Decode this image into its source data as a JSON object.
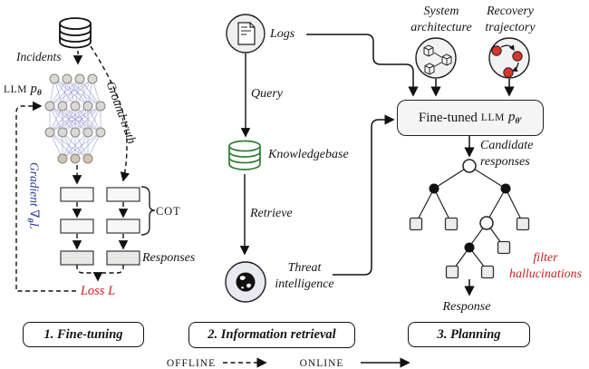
{
  "colors": {
    "red": "#c92121",
    "blue": "#303f9a",
    "green": "#2e7d32"
  },
  "finetuning": {
    "incidents_label": "Incidents",
    "llm_label": {
      "llm": "LLM",
      "p": "p",
      "sub": "θ"
    },
    "ground_truth_label": "Ground-truth",
    "gradient_label": {
      "word": "Gradient ",
      "nabla": "∇",
      "sub": "θ",
      "l": "L"
    },
    "cot_label": "COT",
    "responses_label": "Responses",
    "loss_label": "Loss L",
    "box_title": "1. Fine-tuning"
  },
  "retrieval": {
    "logs_label": "Logs",
    "query_label": "Query",
    "knowledgebase_label": "Knowledgebase",
    "retrieve_label": "Retrieve",
    "threat_line1": "Threat",
    "threat_line2": "intelligence",
    "box_title": "2. Information retrieval"
  },
  "planning": {
    "system_line1": "System",
    "system_line2": "architecture",
    "recovery_line1": "Recovery",
    "recovery_line2": "trajectory",
    "finetuned_label": {
      "main": "Fine-tuned",
      "llm": "LLM",
      "p": "p",
      "sub": "θ′"
    },
    "candidate_line1": "Candidate",
    "candidate_line2": "responses",
    "filter_line1": "filter",
    "filter_line2": "hallucinations",
    "response_label": "Response",
    "box_title": "3. Planning"
  },
  "timeline": {
    "offline": "OFFLINE",
    "online": "ONLINE"
  }
}
